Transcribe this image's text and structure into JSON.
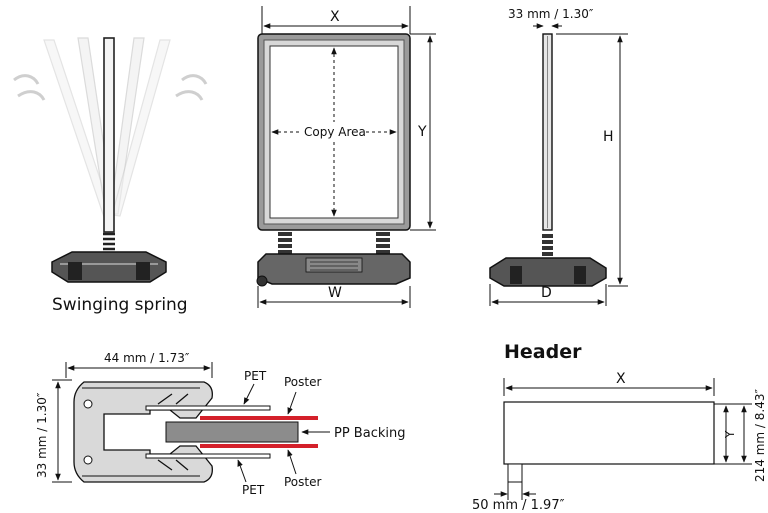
{
  "labels": {
    "x_front": "X",
    "copy_area": "Copy Area",
    "y_front": "Y",
    "w_front": "W",
    "thickness_top": "33 mm / 1.30″",
    "h_side": "H",
    "d_side": "D",
    "swinging_spring": "Swinging spring",
    "profile_width": "44 mm / 1.73″",
    "profile_height": "33 mm / 1.30″",
    "pet_top": "PET",
    "poster_top": "Poster",
    "pp_backing": "PP Backing",
    "pet_bottom": "PET",
    "poster_bottom": "Poster",
    "header_title": "Header",
    "header_x": "X",
    "header_y": "Y",
    "header_height": "214 mm / 8.43″",
    "header_depth": "50 mm / 1.97″"
  },
  "colors": {
    "line": "#111111",
    "frame_gray": "#9a9a9a",
    "poster_red": "#d4202a",
    "backing_gray": "#8c8c8c",
    "ghost_gray": "#c8c8c8"
  }
}
